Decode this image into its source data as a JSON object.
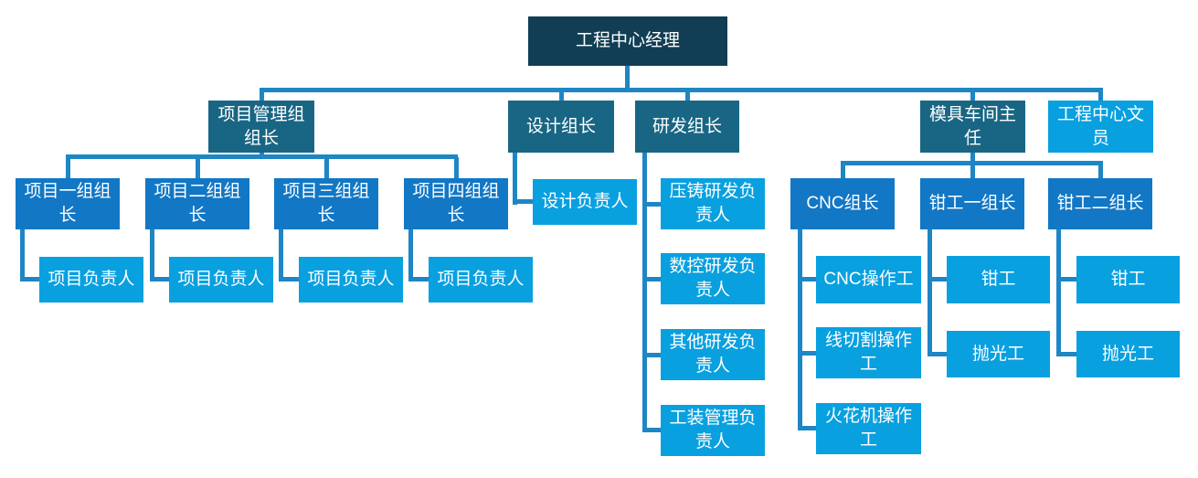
{
  "diagram": {
    "type": "org-chart",
    "language": "zh-CN"
  },
  "colors": {
    "level1": "#113e54",
    "level2": "#196684",
    "level3": "#1277c5",
    "leaf": "#09a0e0",
    "connector": "#1e86c4",
    "text": "#ffffff",
    "background": "#ffffff"
  },
  "nodes": {
    "manager": {
      "label": "工程中心经理",
      "reports_to": null
    },
    "pm_group": {
      "label": "项目管理组组长",
      "reports_to": "工程中心经理"
    },
    "design_lead": {
      "label": "设计组长",
      "reports_to": "工程中心经理"
    },
    "rd_lead": {
      "label": "研发组长",
      "reports_to": "工程中心经理"
    },
    "mold_director": {
      "label": "模具车间主任",
      "reports_to": "工程中心经理"
    },
    "clerk": {
      "label": "工程中心文员",
      "reports_to": "工程中心经理"
    },
    "p1": {
      "label": "项目一组组长",
      "reports_to": "项目管理组组长"
    },
    "p2": {
      "label": "项目二组组长",
      "reports_to": "项目管理组组长"
    },
    "p3": {
      "label": "项目三组组长",
      "reports_to": "项目管理组组长"
    },
    "p4": {
      "label": "项目四组组长",
      "reports_to": "项目管理组组长"
    },
    "p1_owner": {
      "label": "项目负责人",
      "reports_to": "项目一组组长"
    },
    "p2_owner": {
      "label": "项目负责人",
      "reports_to": "项目二组组长"
    },
    "p3_owner": {
      "label": "项目负责人",
      "reports_to": "项目三组组长"
    },
    "p4_owner": {
      "label": "项目负责人",
      "reports_to": "项目四组组长"
    },
    "design_owner": {
      "label": "设计负责人",
      "reports_to": "设计组长"
    },
    "diecast_rd": {
      "label": "压铸研发负责人",
      "reports_to": "研发组长"
    },
    "nc_rd": {
      "label": "数控研发负责人",
      "reports_to": "研发组长"
    },
    "other_rd": {
      "label": "其他研发负责人",
      "reports_to": "研发组长"
    },
    "tooling_mgmt": {
      "label": "工装管理负责人",
      "reports_to": "研发组长"
    },
    "cnc_lead": {
      "label": "CNC组长",
      "reports_to": "模具车间主任"
    },
    "fitter1_lead": {
      "label": "钳工一组长",
      "reports_to": "模具车间主任"
    },
    "fitter2_lead": {
      "label": "钳工二组长",
      "reports_to": "模具车间主任"
    },
    "cnc_op": {
      "label": "CNC操作工",
      "reports_to": "CNC组长"
    },
    "wirecut_op": {
      "label": "线切割操作工",
      "reports_to": "CNC组长"
    },
    "edm_op": {
      "label": "火花机操作工",
      "reports_to": "CNC组长"
    },
    "fitter1": {
      "label": "钳工",
      "reports_to": "钳工一组长"
    },
    "polisher1": {
      "label": "抛光工",
      "reports_to": "钳工一组长"
    },
    "fitter2": {
      "label": "钳工",
      "reports_to": "钳工二组长"
    },
    "polisher2": {
      "label": "抛光工",
      "reports_to": "钳工二组长"
    }
  }
}
